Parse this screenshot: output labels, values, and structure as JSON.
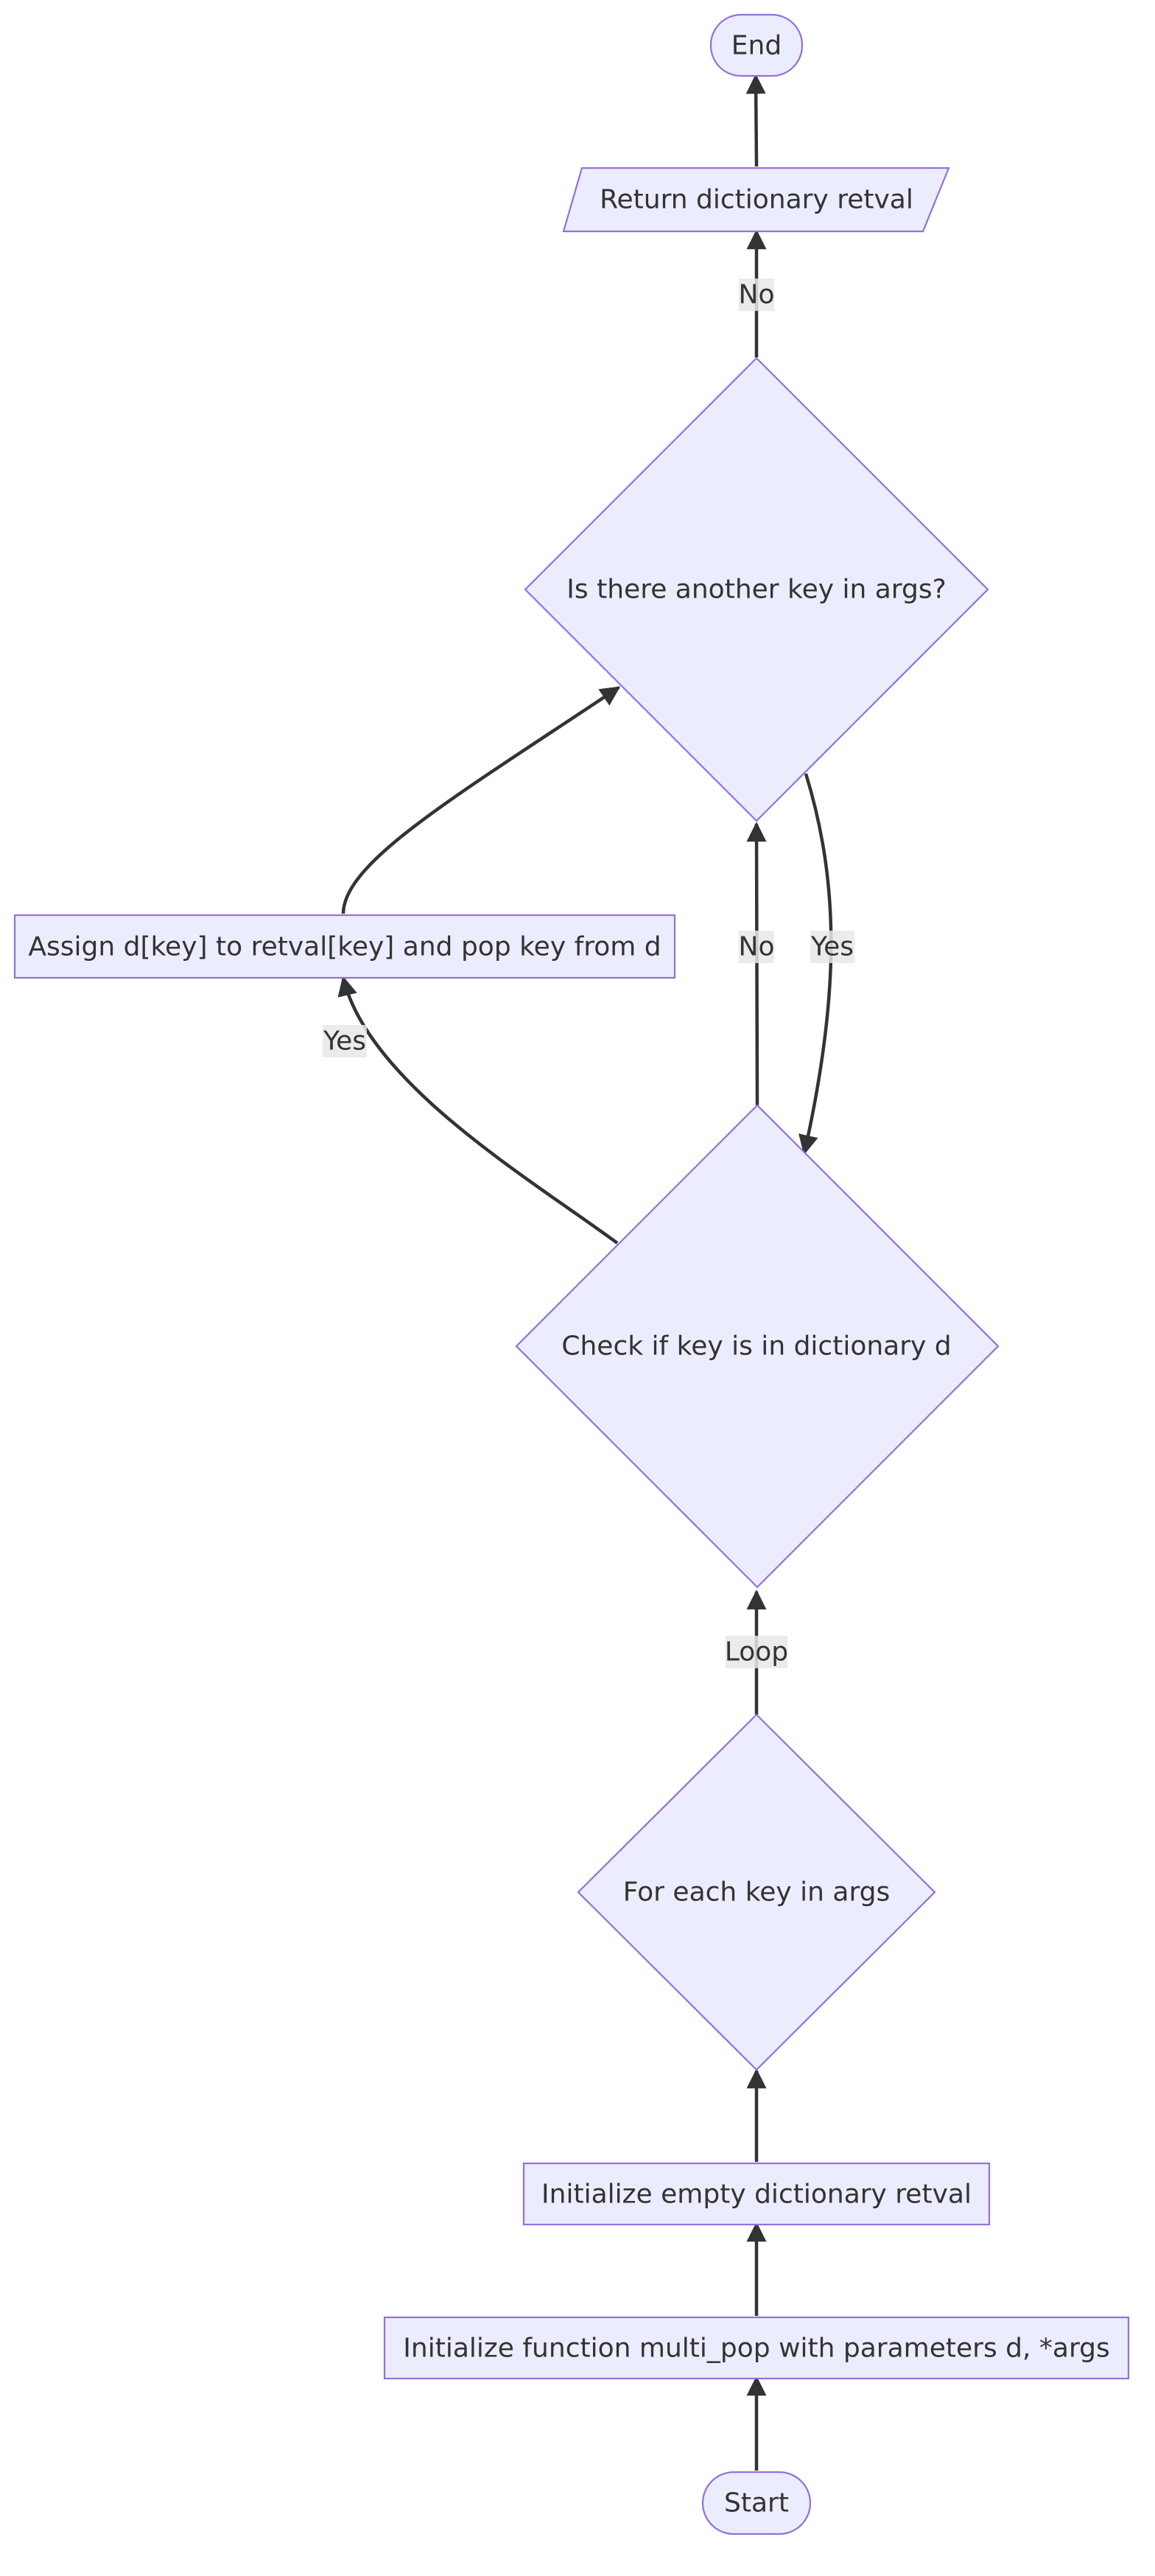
{
  "diagram": {
    "type": "flowchart",
    "nodes": {
      "end": "End",
      "return_retval": "Return dictionary retval",
      "another_key": "Is there another key in args?",
      "assign_pop": "Assign d[key] to retval[key] and pop key from d",
      "check_key": "Check if key is in dictionary d",
      "for_each": "For each key in args",
      "init_retval": "Initialize empty dictionary retval",
      "init_function": "Initialize function multi_pop with parameters d, *args",
      "start": "Start"
    },
    "edge_labels": {
      "no_to_return": "No",
      "no_to_another": "No",
      "yes_to_check": "Yes",
      "yes_to_assign": "Yes",
      "loop": "Loop"
    },
    "colors": {
      "node_fill": "#ECECFF",
      "node_stroke": "#9370DB",
      "edge": "#333333",
      "label_bg": "#e8e8e8"
    }
  }
}
